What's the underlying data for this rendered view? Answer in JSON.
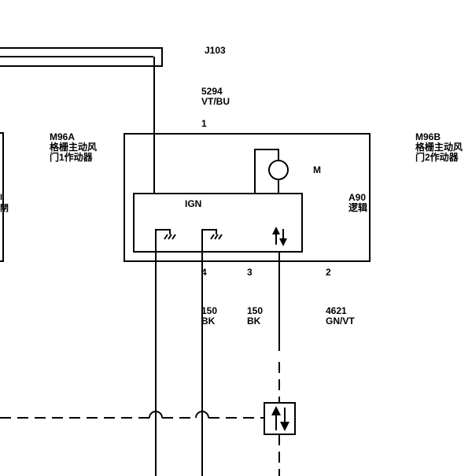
{
  "connector": {
    "id": "J103"
  },
  "wire_top": {
    "circuit": "5294",
    "color": "VT/BU",
    "pin": "1"
  },
  "left_component": {
    "id": "M96A",
    "name_lines": [
      "格栅主动风",
      "门1作动器"
    ],
    "partial_text": [
      "I",
      "閈"
    ]
  },
  "right_component": {
    "id": "M96B",
    "name_lines": [
      "格栅主动风",
      "门2作动器"
    ]
  },
  "motor": {
    "label": "M"
  },
  "logic_module": {
    "ign_label": "IGN",
    "id": "A90",
    "name": "逻辑"
  },
  "pins": {
    "pin4": "4",
    "pin3": "3",
    "pin2": "2"
  },
  "wires": [
    {
      "circuit": "150",
      "color": "BK"
    },
    {
      "circuit": "150",
      "color": "BK"
    },
    {
      "circuit": "4621",
      "color": "GN/VT"
    }
  ],
  "icons": {
    "ground": "ground-icon",
    "data": "bidirectional-arrow-icon",
    "motor": "motor-icon"
  }
}
